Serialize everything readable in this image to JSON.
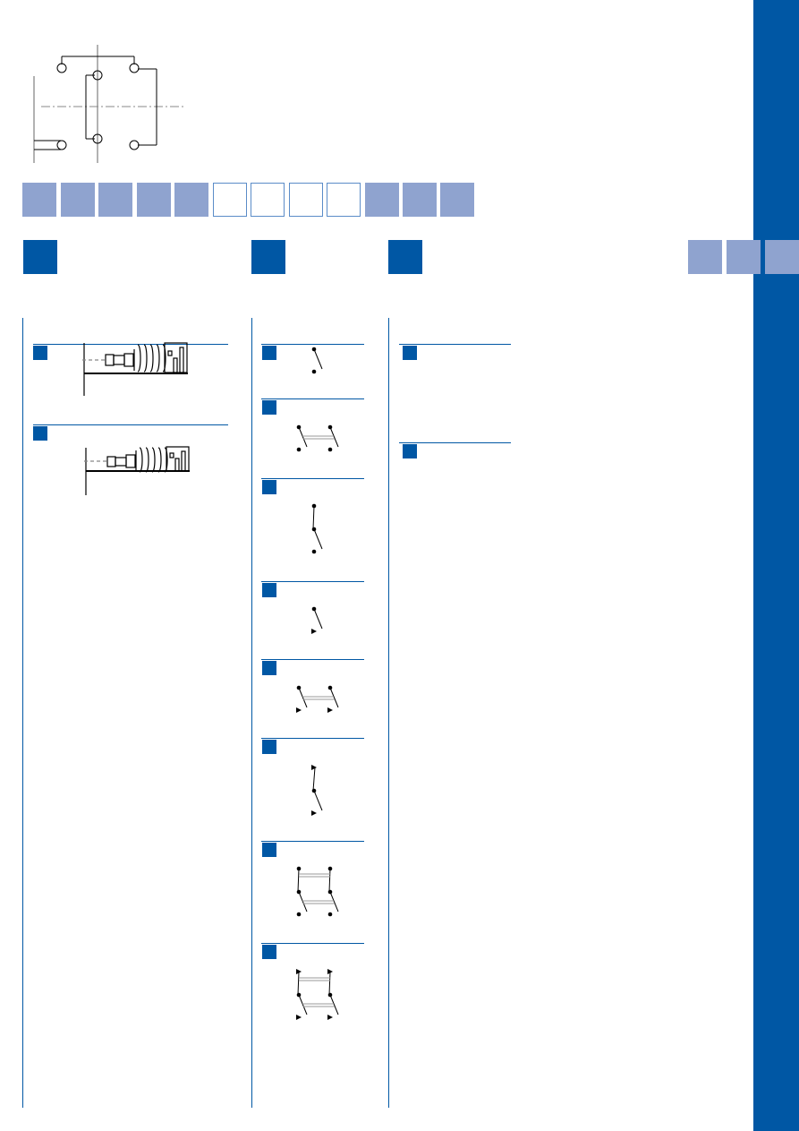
{
  "colors": {
    "brand_blue": "#0057a4",
    "light_blue": "#8fa3cf"
  },
  "icons": [
    "mounting-hole-diagram",
    "switch-side-view",
    "contact-schematic"
  ]
}
